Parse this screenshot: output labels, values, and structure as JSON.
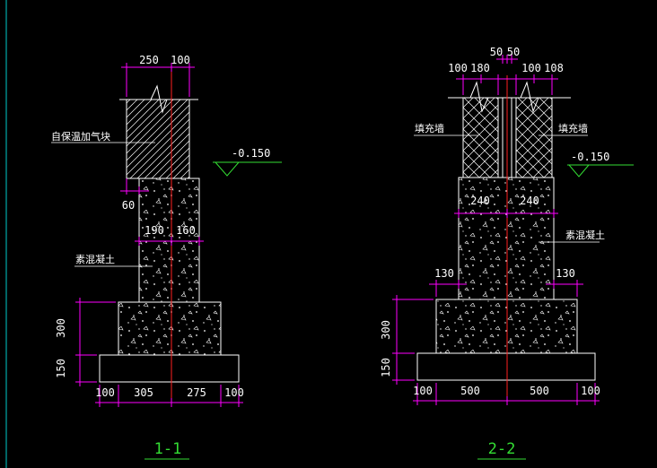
{
  "colors": {
    "background": "#000000",
    "outline": "#ffffff",
    "dimension": "#ff00ff",
    "centerline": "#ff2020",
    "label": "#ffffff",
    "section_title": "#33dd33",
    "level_marker": "#33dd33",
    "left_border": "#00cccc"
  },
  "section_1": {
    "title": "1-1",
    "top_dims": [
      "250",
      "100"
    ],
    "wall_label": "自保温加气块",
    "level": "-0.150",
    "dim_60": "60",
    "mid_dims": [
      "190",
      "160"
    ],
    "concrete_label": "素混凝土",
    "vertical_dims": [
      "300",
      "150"
    ],
    "bottom_dims": [
      "100",
      "305",
      "275",
      "100"
    ]
  },
  "section_2": {
    "title": "2-2",
    "top_dims_upper": [
      "50",
      "50"
    ],
    "top_dims_lower": [
      "100",
      "180",
      "100",
      "108"
    ],
    "wall_label_left": "填充墙",
    "wall_label_right": "填充墙",
    "level": "-0.150",
    "mid_dims": [
      "240",
      "240"
    ],
    "concrete_label": "素混凝土",
    "side_dims": [
      "130",
      "130"
    ],
    "vertical_dims": [
      "300",
      "150"
    ],
    "bottom_dims": [
      "100",
      "500",
      "500",
      "100"
    ]
  }
}
